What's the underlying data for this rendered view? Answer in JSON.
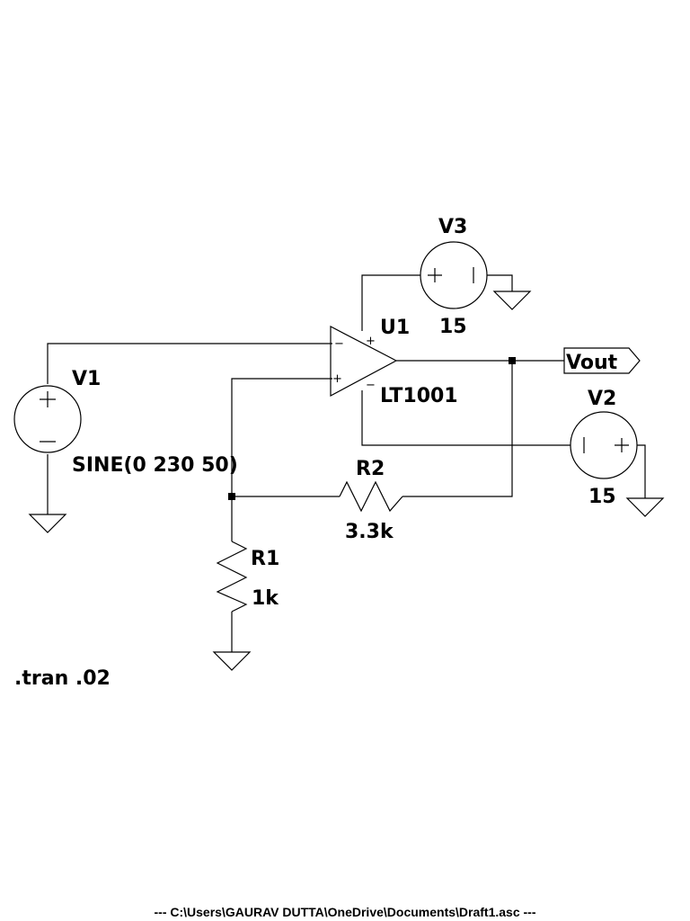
{
  "components": {
    "v1": {
      "name": "V1",
      "value": "SINE(0 230 50)"
    },
    "v2": {
      "name": "V2",
      "value": "15"
    },
    "v3": {
      "name": "V3",
      "value": "15"
    },
    "u1": {
      "name": "U1",
      "value": "LT1001"
    },
    "r1": {
      "name": "R1",
      "value": "1k"
    },
    "r2": {
      "name": "R2",
      "value": "3.3k"
    }
  },
  "net_label": "Vout",
  "directive": ".tran .02",
  "footer": "---  C:\\Users\\GAURAV DUTTA\\OneDrive\\Documents\\Draft1.asc  ---"
}
